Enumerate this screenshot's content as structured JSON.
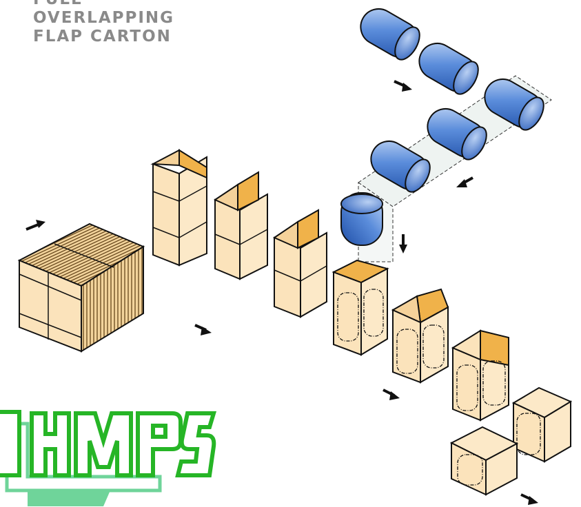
{
  "title": {
    "lines": [
      "FULL",
      "OVERLAPPING",
      "FLAP CARTON"
    ]
  },
  "logo": {
    "text": "HMPS",
    "fill": "#ffffff",
    "stroke": "#26b526",
    "shadow": "#6fd49a"
  },
  "colors": {
    "carton_face": "#fbe3bb",
    "carton_face_dark": "#f5d29a",
    "flap_inside": "#f0b24a",
    "product_blue": "#3f73c9",
    "product_blue_light": "#a8c4ee",
    "outline": "#1a1a1a",
    "arrow": "#111111"
  },
  "icons": [
    "direction-arrow-icon"
  ]
}
